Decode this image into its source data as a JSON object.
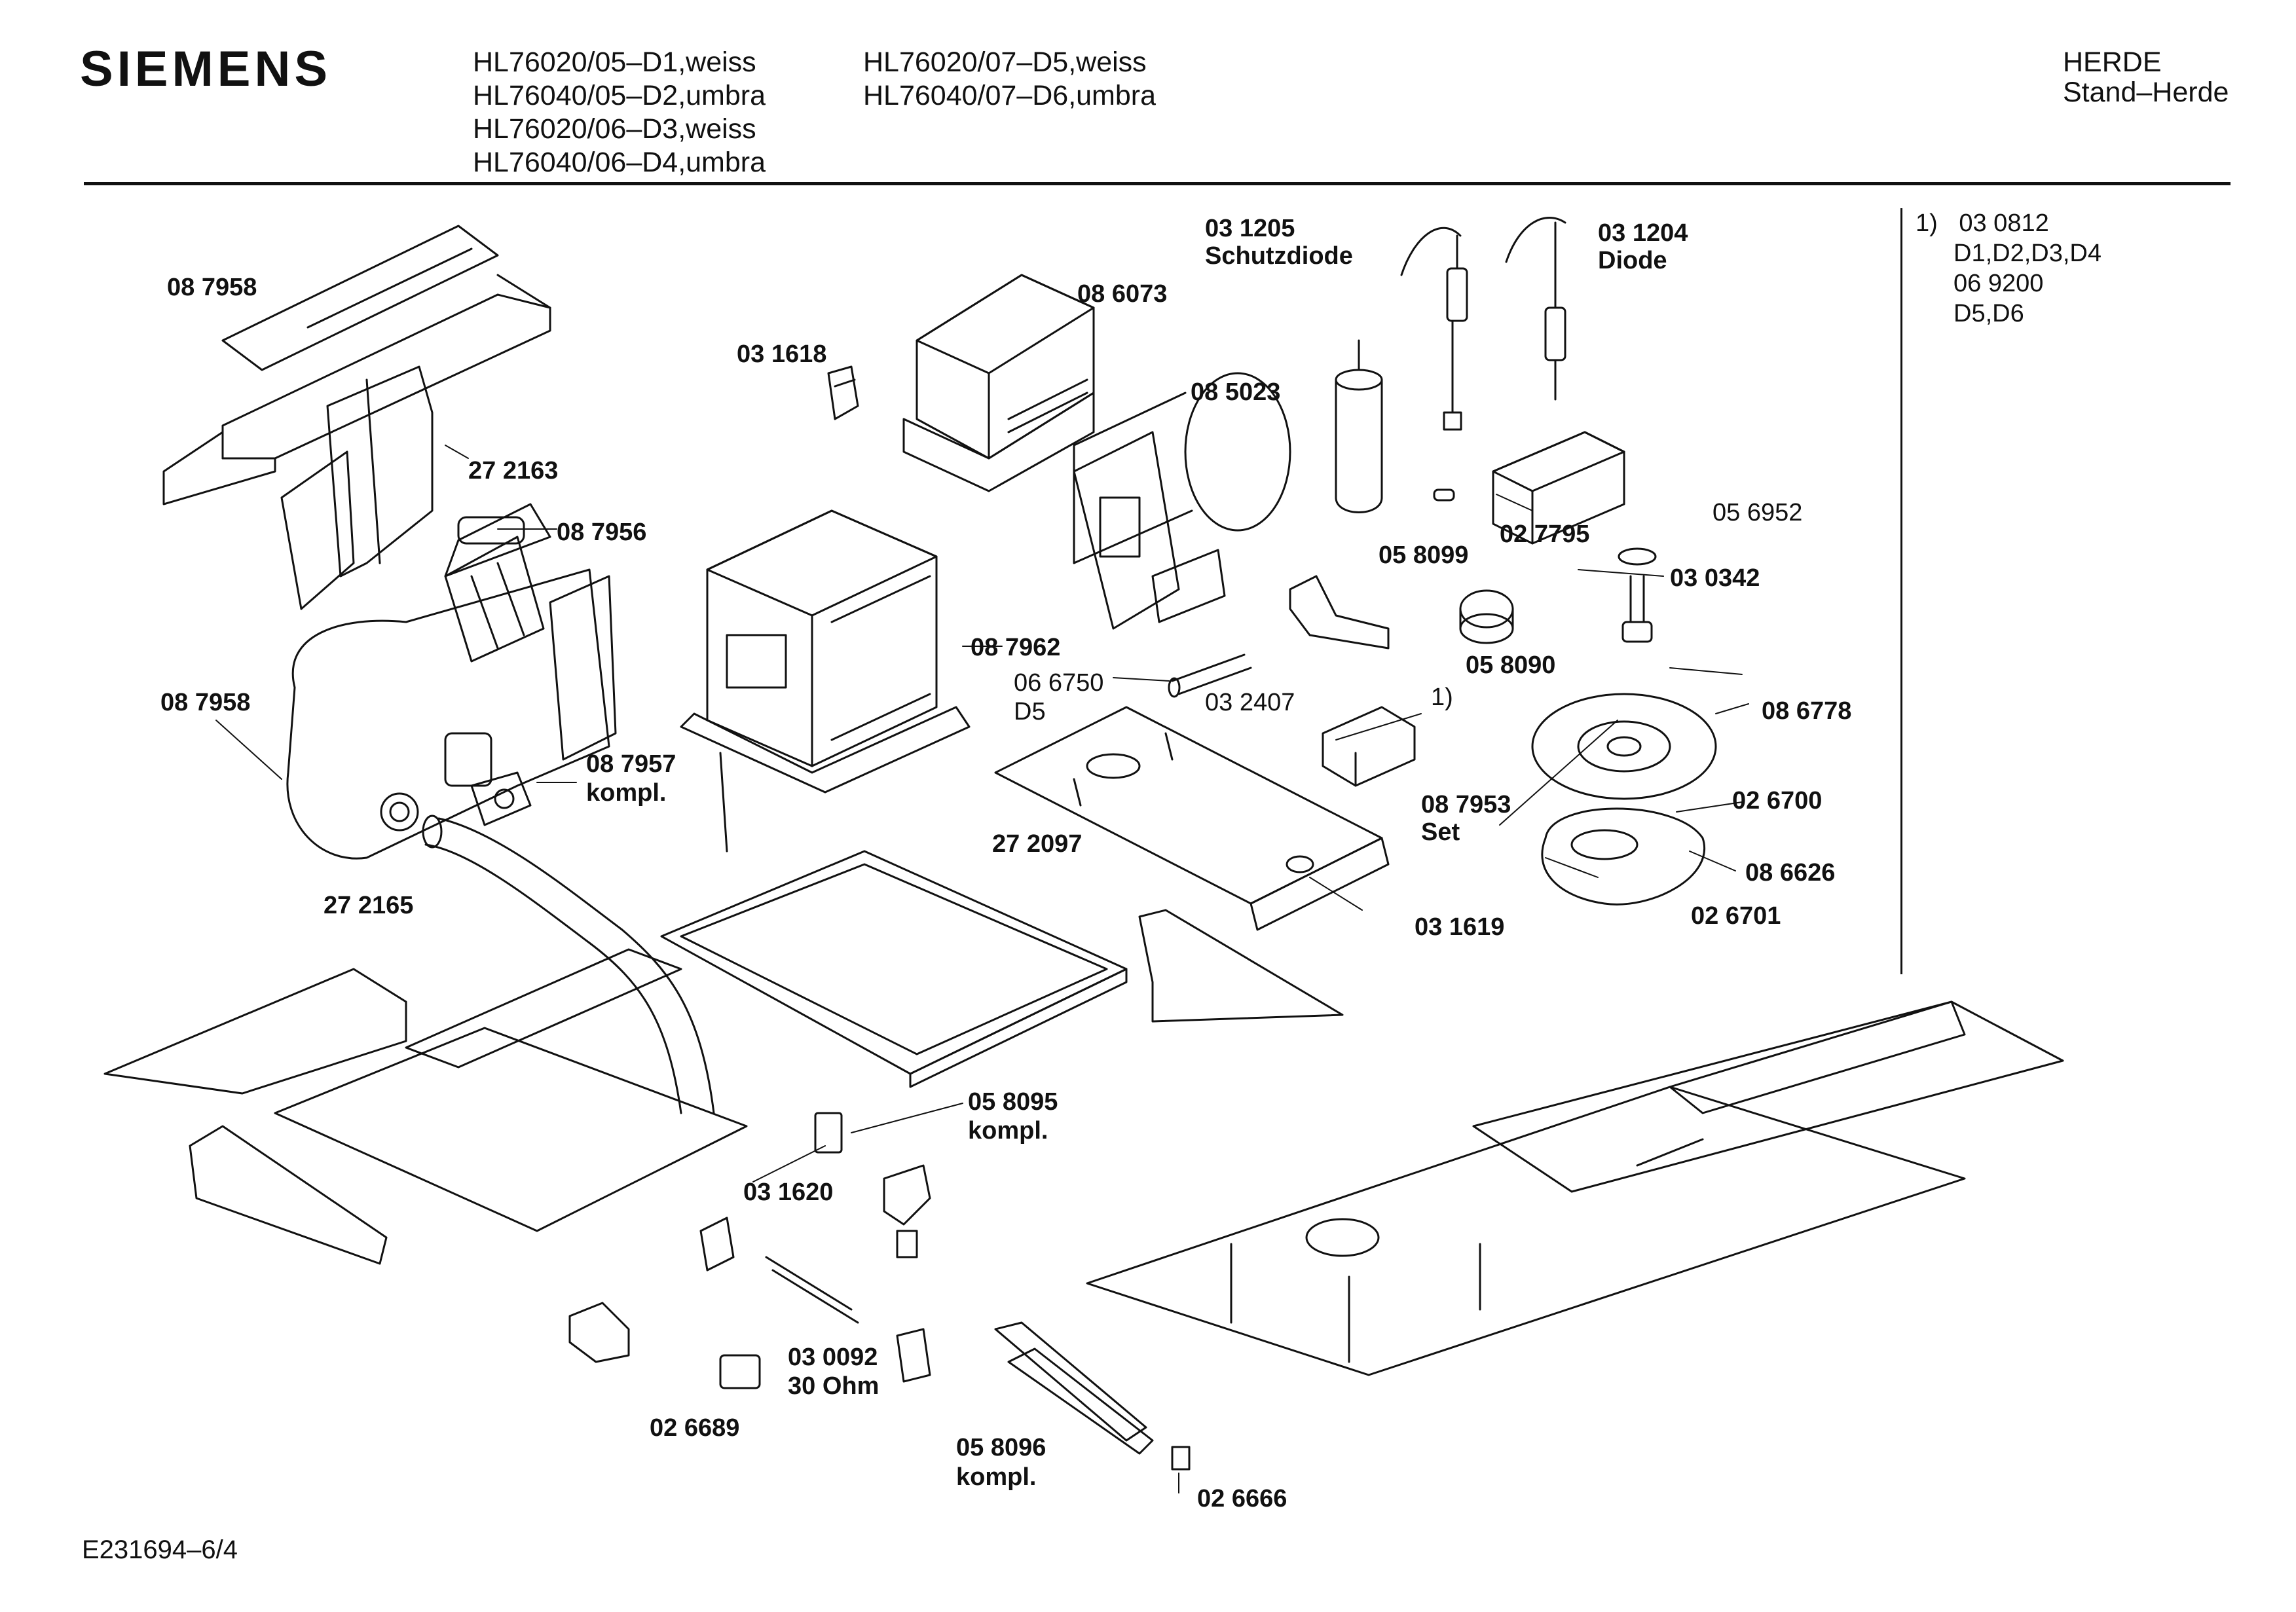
{
  "brand": "SIEMENS",
  "models": {
    "col1": [
      "HL76020/05–D1,weiss",
      "HL76040/05–D2,umbra",
      "HL76020/06–D3,weiss",
      "HL76040/06–D4,umbra"
    ],
    "col2": [
      "HL76020/07–D5,weiss",
      "HL76040/07–D6,umbra"
    ]
  },
  "category": {
    "line1": "HERDE",
    "line2": "Stand–Herde"
  },
  "footnote": {
    "marker": "1)",
    "lines": [
      "03 0812",
      "D1,D2,D3,D4",
      "06 9200",
      "D5,D6"
    ]
  },
  "parts": {
    "p087958a": "08 7958",
    "p272163": "27 2163",
    "p087956": "08 7956",
    "p087958b": "08 7958",
    "p087957": "08 7957",
    "p087957k": "kompl.",
    "p272165": "27 2165",
    "p031618": "03 1618",
    "p086073": "08 6073",
    "p085023": "08 5023",
    "p087962": "08 7962",
    "p066750": "06 6750",
    "p066750d": "D5",
    "p031205": "03 1205",
    "p031205s": "Schutzdiode",
    "p031204": "03 1204",
    "p031204s": "Diode",
    "p056952": "05 6952",
    "p027795": "02 7795",
    "p058099": "05 8099",
    "p030342": "03 0342",
    "p058090": "05 8090",
    "p032407": "03 2407",
    "p032407n": "1)",
    "p086778": "08 6778",
    "p087953": "08 7953",
    "p087953s": "Set",
    "p026700": "02 6700",
    "p086626": "08 6626",
    "p026701": "02 6701",
    "p031619": "03 1619",
    "p272097": "27 2097",
    "p058095": "05 8095",
    "p058095k": "kompl.",
    "p031620": "03 1620",
    "p030092": "03 0092",
    "p030092s": "30 Ohm",
    "p026689": "02 6689",
    "p058096": "05 8096",
    "p058096k": "kompl.",
    "p026666": "02 6666"
  },
  "doc_number": "E231694–6/4"
}
